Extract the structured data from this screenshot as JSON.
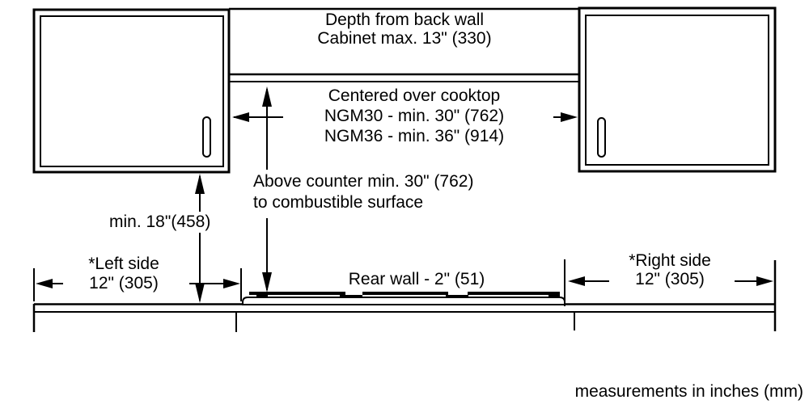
{
  "labels": {
    "depth": {
      "line1": "Depth from back wall",
      "line2": "Cabinet max. 13\" (330)"
    },
    "centered": {
      "line1": "Centered over cooktop",
      "line2": "NGM30 - min. 30\" (762)",
      "line3": "NGM36 - min. 36\" (914)"
    },
    "above_counter": {
      "line1": "Above counter min. 30\" (762)",
      "line2": "to combustible surface"
    },
    "min18": {
      "text": "min. 18\"(458)"
    },
    "left_side": {
      "line1": "*Left side",
      "line2": "12\" (305)"
    },
    "rear_wall": {
      "text": "Rear wall - 2\" (51)"
    },
    "right_side": {
      "line1": "*Right side",
      "line2": "12\" (305)"
    },
    "footer": {
      "text": "measurements in inches (mm)"
    }
  },
  "colors": {
    "line": "#000000",
    "background": "#ffffff",
    "text": "#000000"
  }
}
